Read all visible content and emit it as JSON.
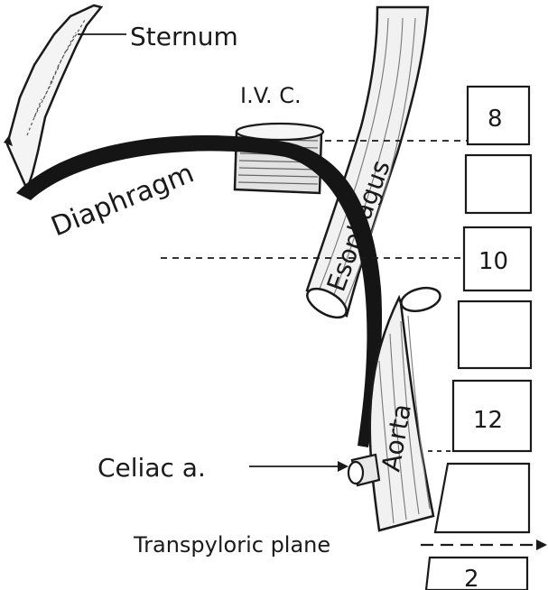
{
  "labels": {
    "sternum": "Sternum",
    "ivc": "I.V. C.",
    "esophagus": "Esophagus",
    "diaphragm": "Diaphragm",
    "aorta": "Aorta",
    "celiac": "Celiac a.",
    "transpyloric": "Transpyloric plane"
  },
  "vertebrae": [
    {
      "label": "8"
    },
    {
      "label": ""
    },
    {
      "label": "10"
    },
    {
      "label": ""
    },
    {
      "label": "12"
    },
    {
      "label": ""
    },
    {
      "label": "2"
    }
  ],
  "colors": {
    "ink": "#1a1a1a",
    "paper": "#ffffff"
  }
}
